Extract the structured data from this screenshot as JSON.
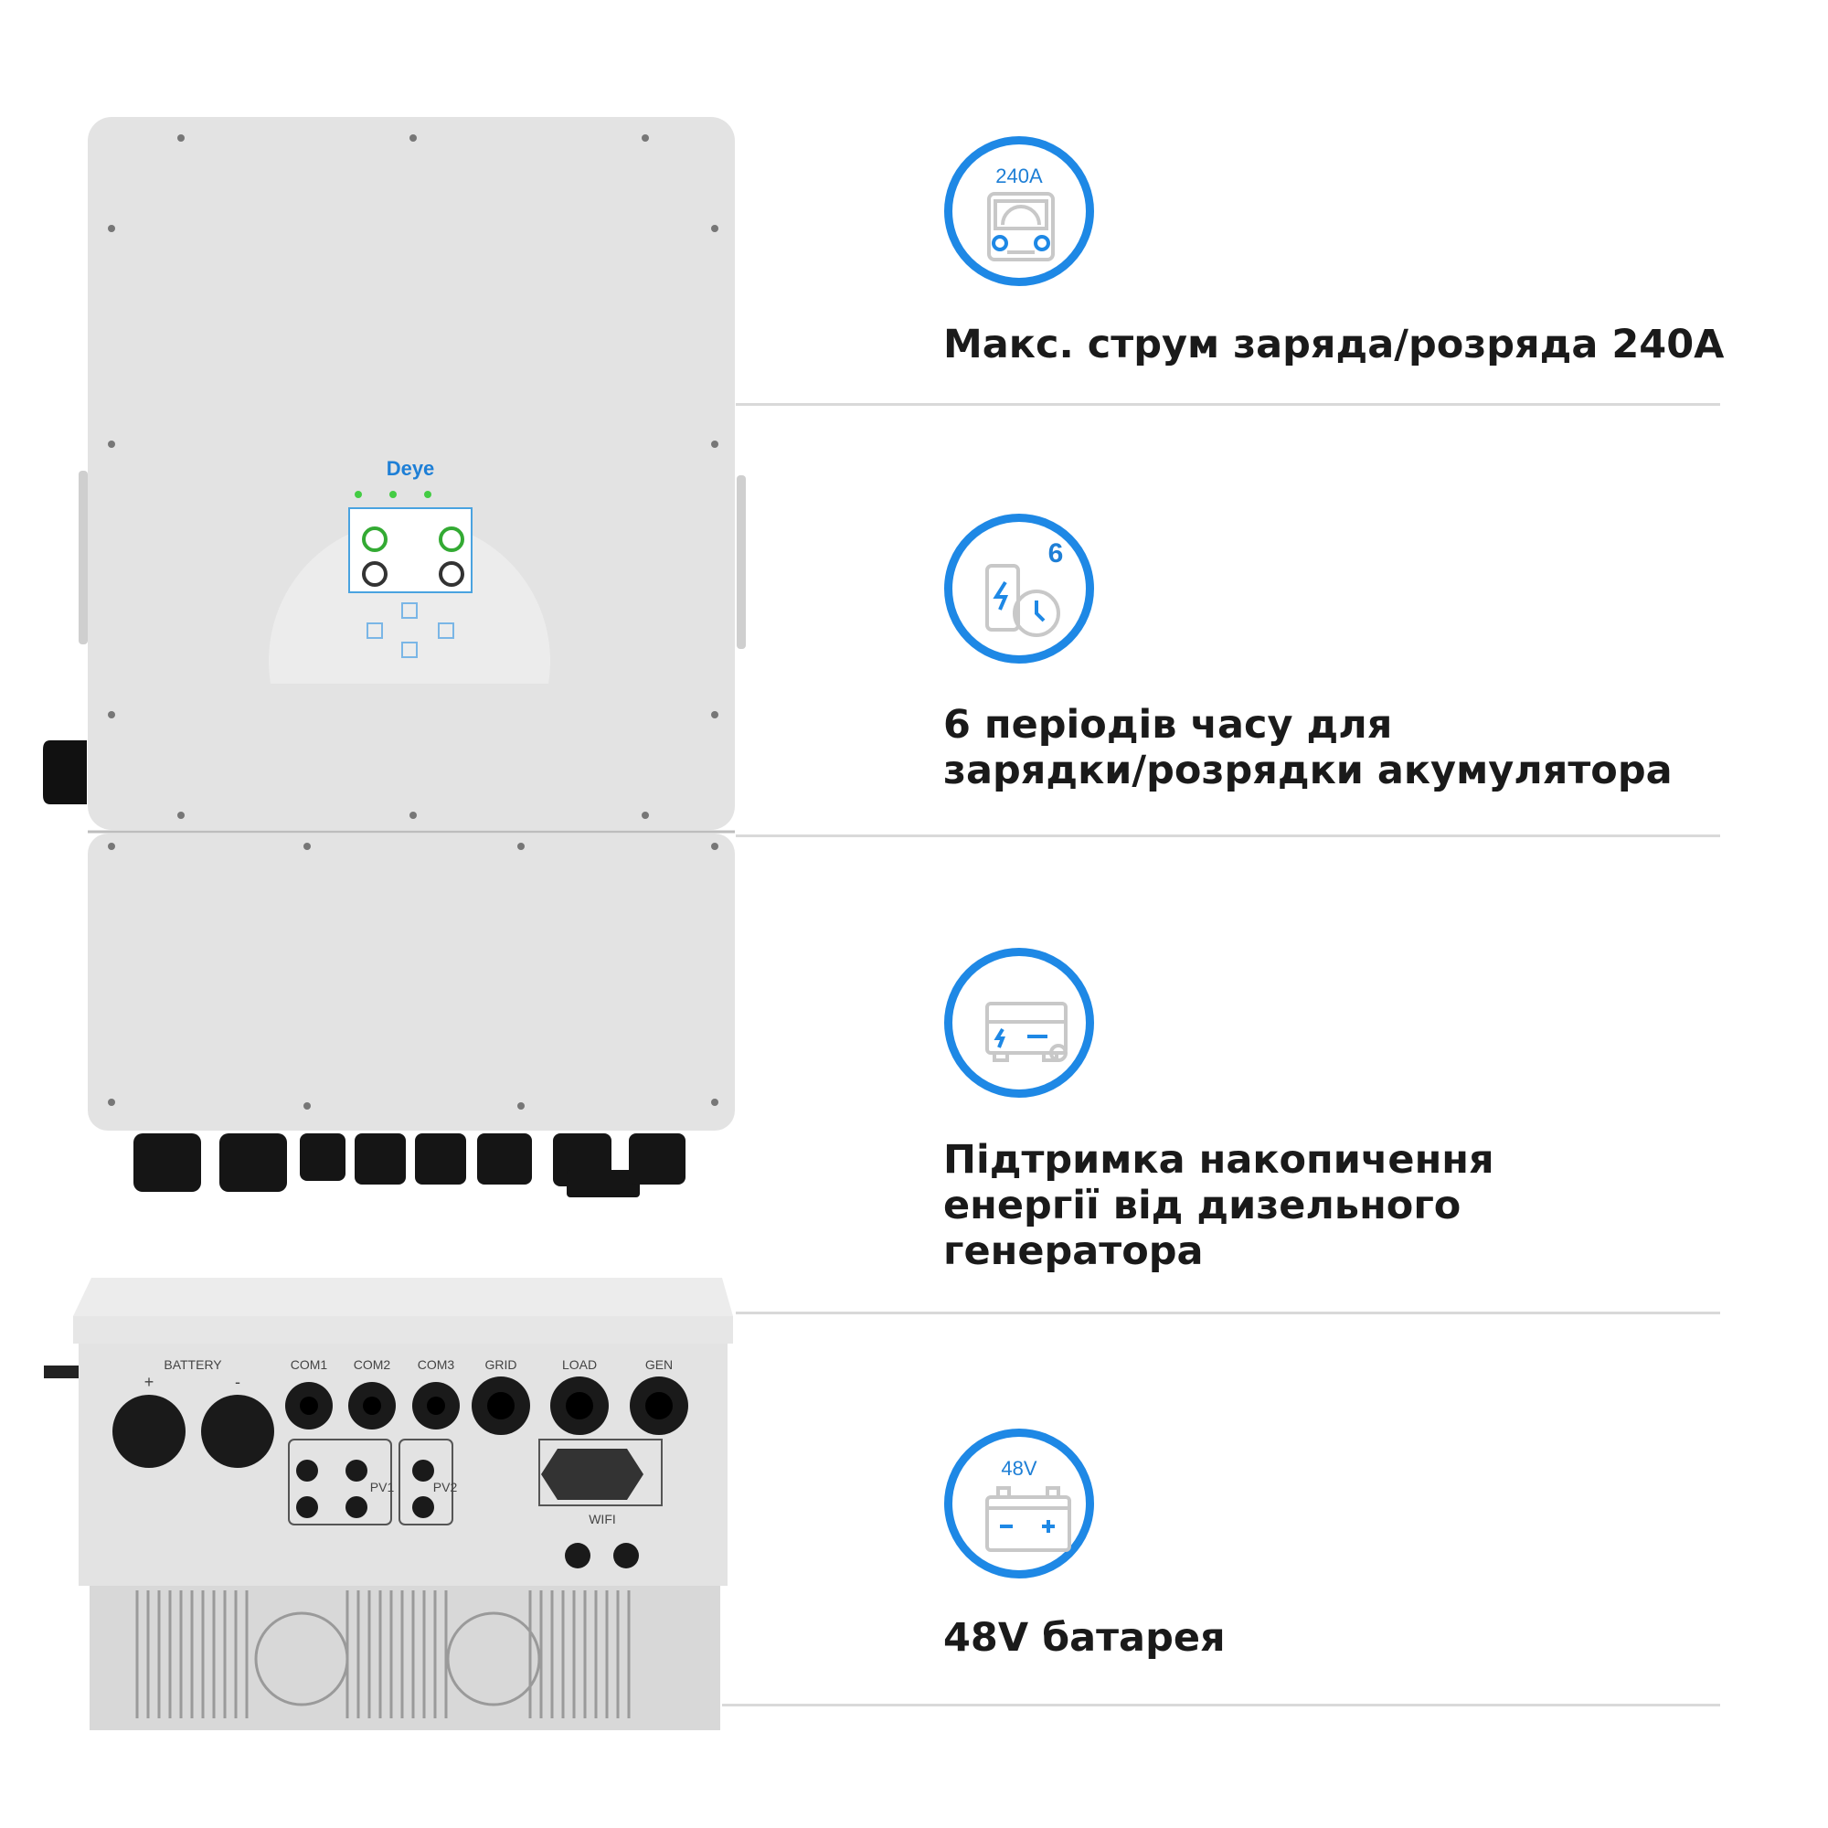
{
  "brand": "Deye",
  "colors": {
    "accent": "#1e88e5",
    "text": "#1a1a1a",
    "divider": "#d9d9d9"
  },
  "features": [
    {
      "icon": "ammeter-icon",
      "badge": "240A",
      "text": "Макс. струм заряда/розряда 240A"
    },
    {
      "icon": "battery-timer-icon",
      "badge": "6",
      "text": "6 періодів часу для\nзарядки/розрядки акумулятора"
    },
    {
      "icon": "diesel-generator-icon",
      "badge": "",
      "text": "Підтримка накопичення\nенергії від дизельного\nгенератора"
    },
    {
      "icon": "battery-icon",
      "badge": "48V",
      "text": "48V батарея"
    }
  ],
  "ports": {
    "battery": "BATTERY",
    "plus": "+",
    "minus": "-",
    "com1": "COM1",
    "com2": "COM2",
    "com3": "COM3",
    "grid": "GRID",
    "load": "LOAD",
    "gen": "GEN",
    "pv1": "PV1",
    "pv2": "PV2",
    "wifi": "WIFI"
  }
}
